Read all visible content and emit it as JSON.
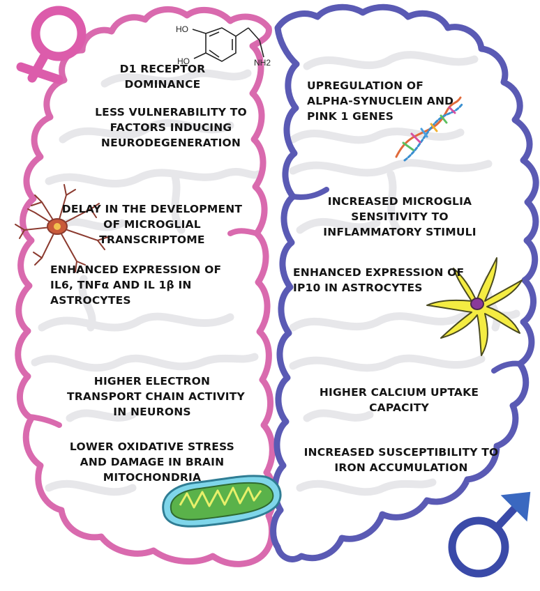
{
  "female": {
    "chemical_labels": {
      "ho_top": "HO",
      "ho_bottom": "HO",
      "nh2": "NH2"
    },
    "blocks": [
      {
        "lines": [
          "D1 RECEPTOR",
          "DOMINANCE"
        ]
      },
      {
        "lines": [
          "LESS VULNERABILITY TO",
          "FACTORS INDUCING",
          "NEURODEGENERATION"
        ]
      },
      {
        "lines": [
          "DELAY IN THE DEVELOPMENT",
          "OF MICROGLIAL",
          "TRANSCRIPTOME"
        ]
      },
      {
        "lines": [
          "ENHANCED EXPRESSION OF",
          "IL6, TNFα AND IL 1β IN",
          "ASTROCYTES"
        ]
      },
      {
        "lines": [
          "HIGHER ELECTRON",
          "TRANSPORT CHAIN ACTIVITY",
          "IN NEURONS"
        ]
      },
      {
        "lines": [
          "LOWER OXIDATIVE STRESS",
          "AND DAMAGE IN BRAIN",
          "MITOCHONDRIA"
        ]
      }
    ]
  },
  "male": {
    "blocks": [
      {
        "lines": [
          "UPREGULATION OF",
          "ALPHA-SYNUCLEIN AND",
          "PINK 1 GENES"
        ]
      },
      {
        "lines": [
          "INCREASED MICROGLIA",
          "SENSITIVITY TO",
          "INFLAMMATORY STIMULI"
        ]
      },
      {
        "lines": [
          "ENHANCED EXPRESSION OF",
          "IP10 IN ASTROCYTES"
        ]
      },
      {
        "lines": [
          "HIGHER CALCIUM UPTAKE",
          "CAPACITY"
        ]
      },
      {
        "lines": [
          "INCREASED SUSCEPTIBILITY TO",
          "IRON ACCUMULATION"
        ]
      }
    ]
  },
  "colors": {
    "female_outline": "#d96aae",
    "male_outline": "#5a5ab4",
    "female_symbol": "#dc5cab",
    "male_symbol": "#3a4aa8",
    "gyri": "#e7e7ea",
    "text": "#141414"
  },
  "icons": [
    "female-symbol",
    "male-symbol",
    "dopamine-molecule",
    "microglia-cell",
    "dna-helix",
    "astrocyte-cell",
    "mitochondrion"
  ]
}
